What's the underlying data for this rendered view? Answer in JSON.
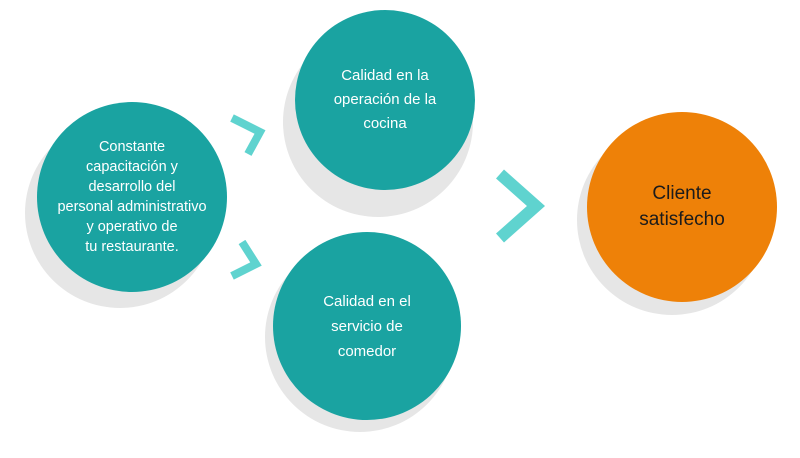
{
  "colors": {
    "teal": "#1aa3a1",
    "orange": "#ee8108",
    "arrow": "#5fd3cf",
    "shadow": "#e6e6e6"
  },
  "nodes": {
    "training": {
      "label": "Constante\ncapacitación y\ndesarrollo del\npersonal administrativo\ny operativo de\ntu restaurante."
    },
    "kitchen": {
      "label": "Calidad en la\noperación de la\ncocina"
    },
    "dining": {
      "label": "Calidad en el\nservicio de\ncomedor"
    },
    "client": {
      "label": "Cliente\nsatisfecho"
    }
  },
  "arrows": [
    {
      "id": "training-to-kitchen",
      "icon": "chevron-right-icon"
    },
    {
      "id": "training-to-dining",
      "icon": "chevron-right-icon"
    },
    {
      "id": "to-client",
      "icon": "chevron-right-icon"
    }
  ]
}
